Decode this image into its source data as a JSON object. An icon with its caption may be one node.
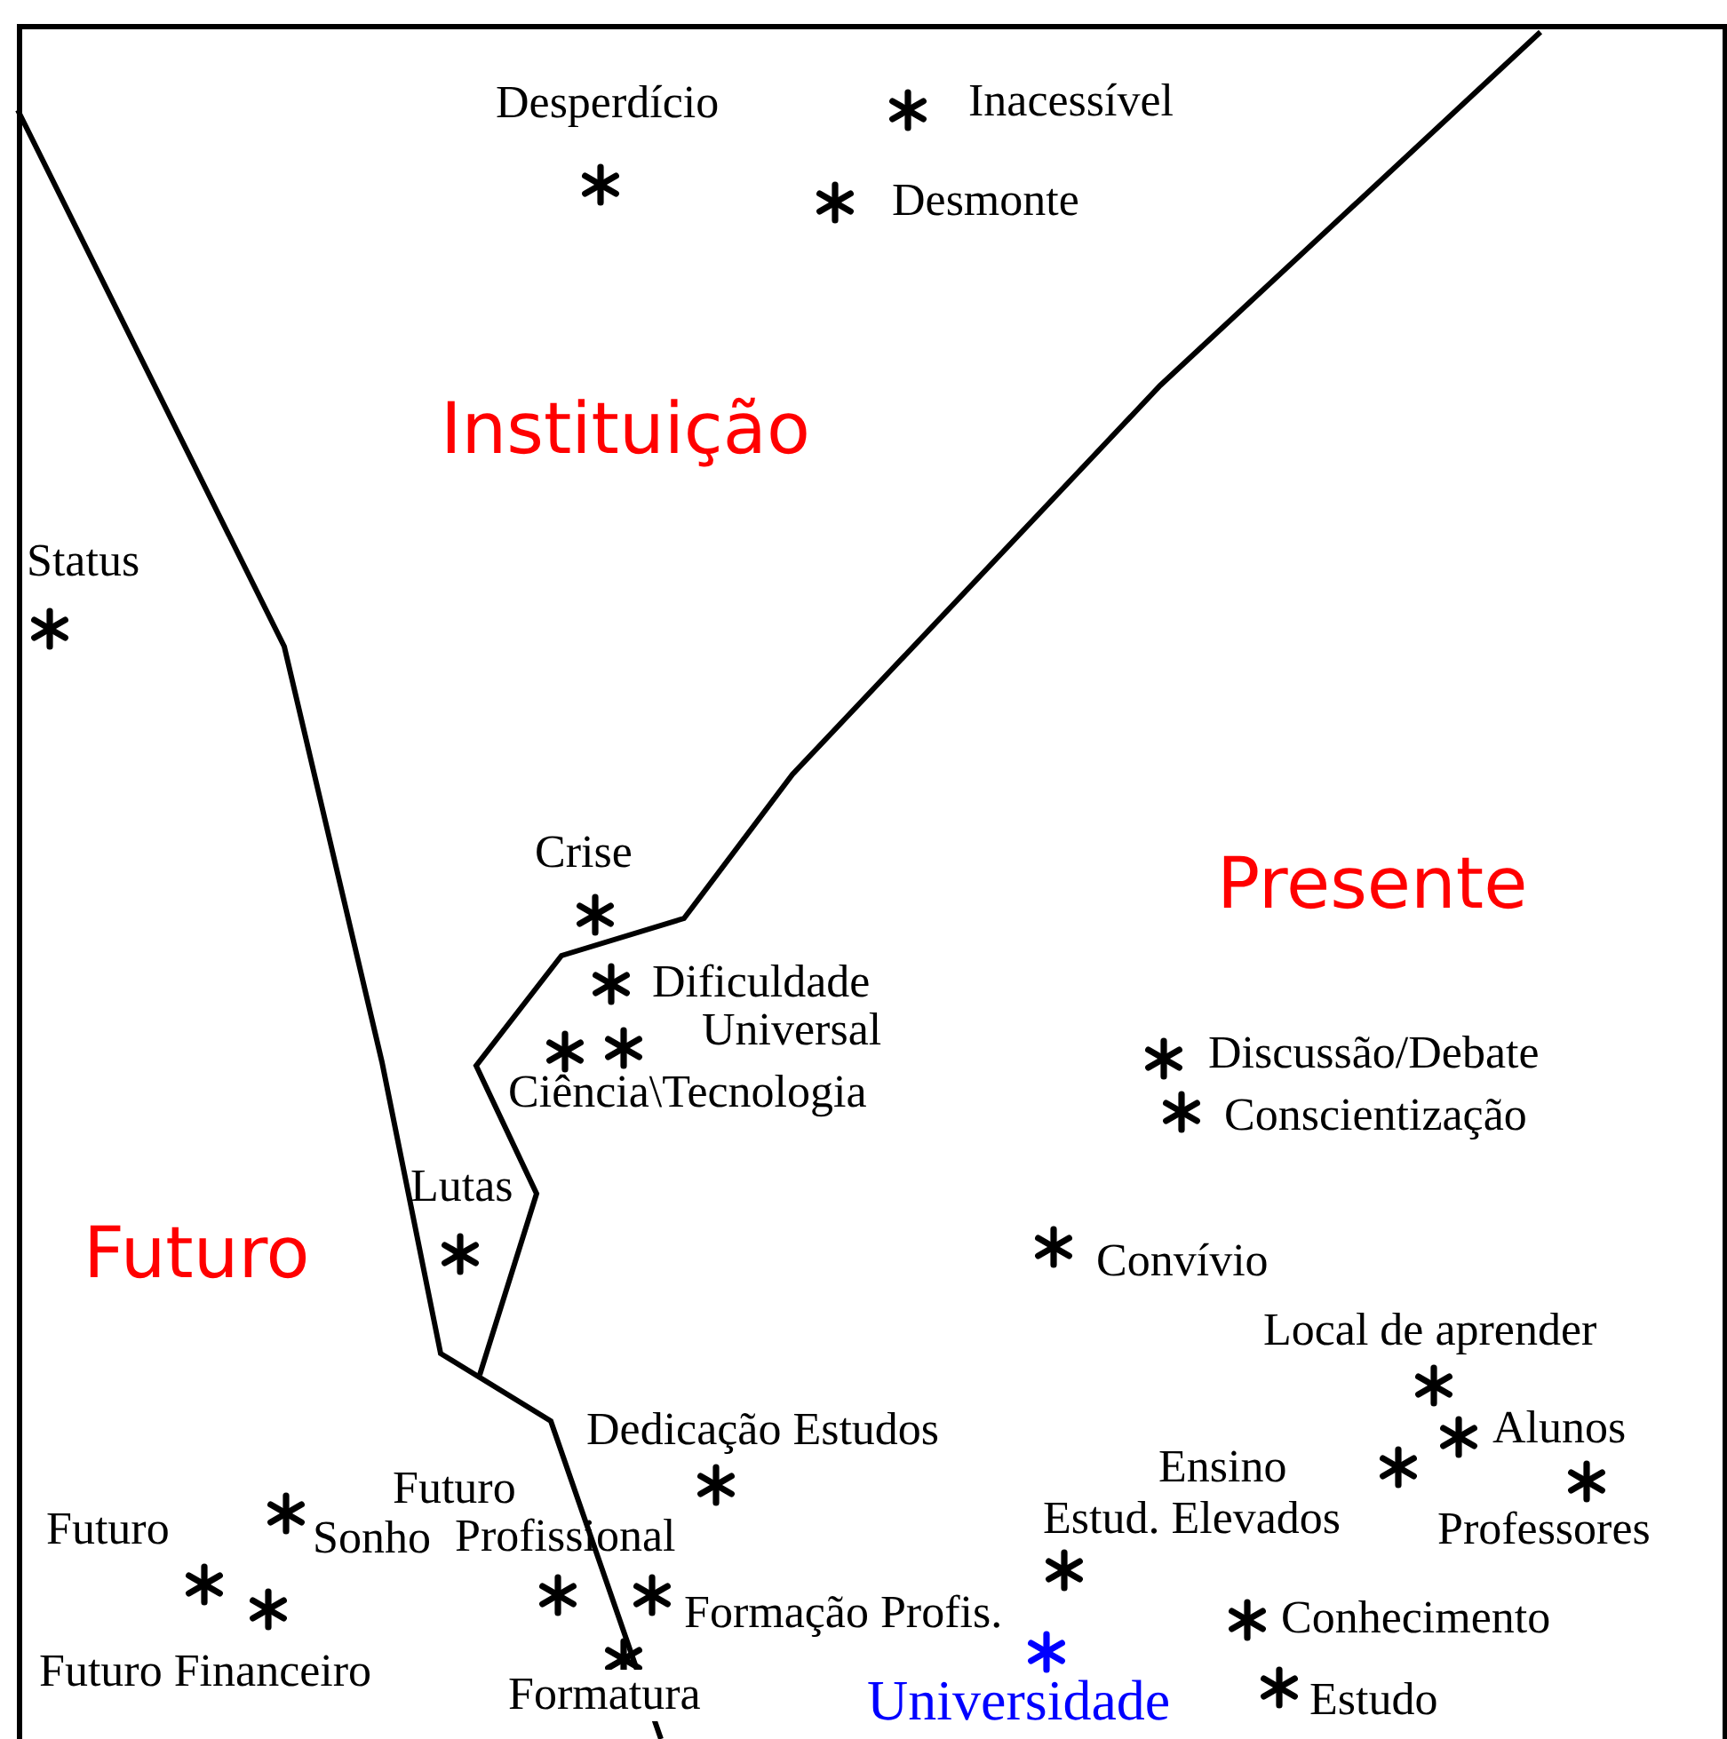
{
  "diagram": {
    "labels": [
      "Desperdício",
      "Inacessível",
      "Desmonte",
      "Instituição",
      "Status",
      "Crise",
      "Presente",
      "Dificuldade",
      "Universal",
      "Ciência\\Tecnologia",
      "Discussão/Debate",
      "Conscientização",
      "Lutas",
      "Futuro",
      "Convívio",
      "Local de aprender",
      "Dedicação Estudos",
      "Alunos",
      "Futuro Profissional",
      "Ensino",
      "Futuro",
      "Sonho",
      "Estud. Elevados",
      "Professores",
      "Formação Profis.",
      "Conhecimento",
      "Futuro Financeiro",
      "Formatura",
      "Universidade",
      "Estudo"
    ]
  }
}
